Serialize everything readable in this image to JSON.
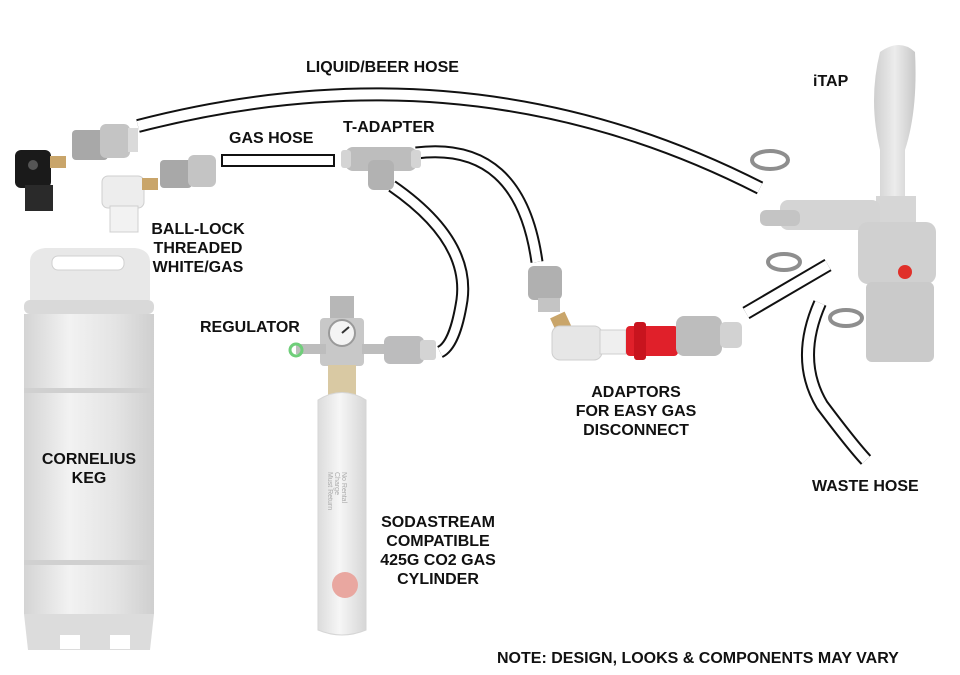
{
  "labels": {
    "liquid_hose": "LIQUID/BEER HOSE",
    "itap": "iTAP",
    "gas_hose": "GAS HOSE",
    "t_adapter": "T-ADAPTER",
    "ball_lock": [
      "BALL-LOCK",
      "THREADED",
      "WHITE/GAS"
    ],
    "regulator": "REGULATOR",
    "adaptors": [
      "ADAPTORS",
      "FOR EASY GAS",
      "DISCONNECT"
    ],
    "cornelius_keg": [
      "CORNELIUS",
      "KEG"
    ],
    "waste_hose": "WASTE HOSE",
    "sodastream": [
      "SODASTREAM",
      "COMPATIBLE",
      "425G CO2 GAS",
      "CYLINDER"
    ],
    "note": "NOTE: DESIGN, LOOKS & COMPONENTS MAY VARY"
  },
  "cylinder_text": [
    "No Rental",
    "Charge",
    "Must Return"
  ],
  "colors": {
    "hose_outline": "#111111",
    "fitting_grey": "#b9b9b9",
    "keg_grey": "#e3e3e3",
    "black_connector": "#1a1a1a",
    "red_connector": "#e0202a",
    "brass": "#c9a56a"
  }
}
